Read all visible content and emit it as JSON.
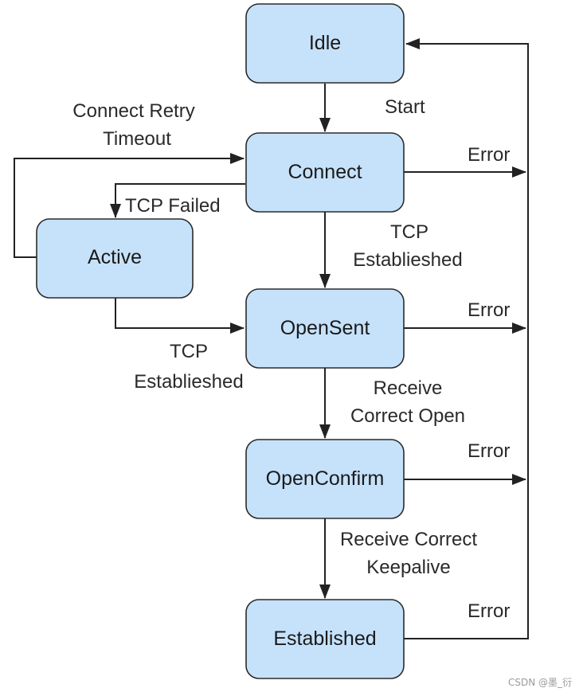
{
  "states": {
    "idle": "Idle",
    "connect": "Connect",
    "active": "Active",
    "opensent": "OpenSent",
    "openconfirm": "OpenConfirm",
    "established": "Established"
  },
  "labels": {
    "start": "Start",
    "connect_retry_line1": "Connect Retry",
    "connect_retry_line2": "Timeout",
    "tcp_failed": "TCP Failed",
    "tcp_established_right_line1": "TCP",
    "tcp_established_right_line2": "Establieshed",
    "tcp_established_left_line1": "TCP",
    "tcp_established_left_line2": "Establieshed",
    "receive_open_line1": "Receive",
    "receive_open_line2": "Correct Open",
    "receive_keepalive_line1": "Receive Correct",
    "receive_keepalive_line2": "Keepalive",
    "error1": "Error",
    "error2": "Error",
    "error3": "Error",
    "error4": "Error"
  },
  "watermark": "CSDN @墨_衍",
  "colors": {
    "state_fill": "#c6e2fb",
    "state_stroke": "#2b2b2b",
    "edge": "#222222"
  }
}
